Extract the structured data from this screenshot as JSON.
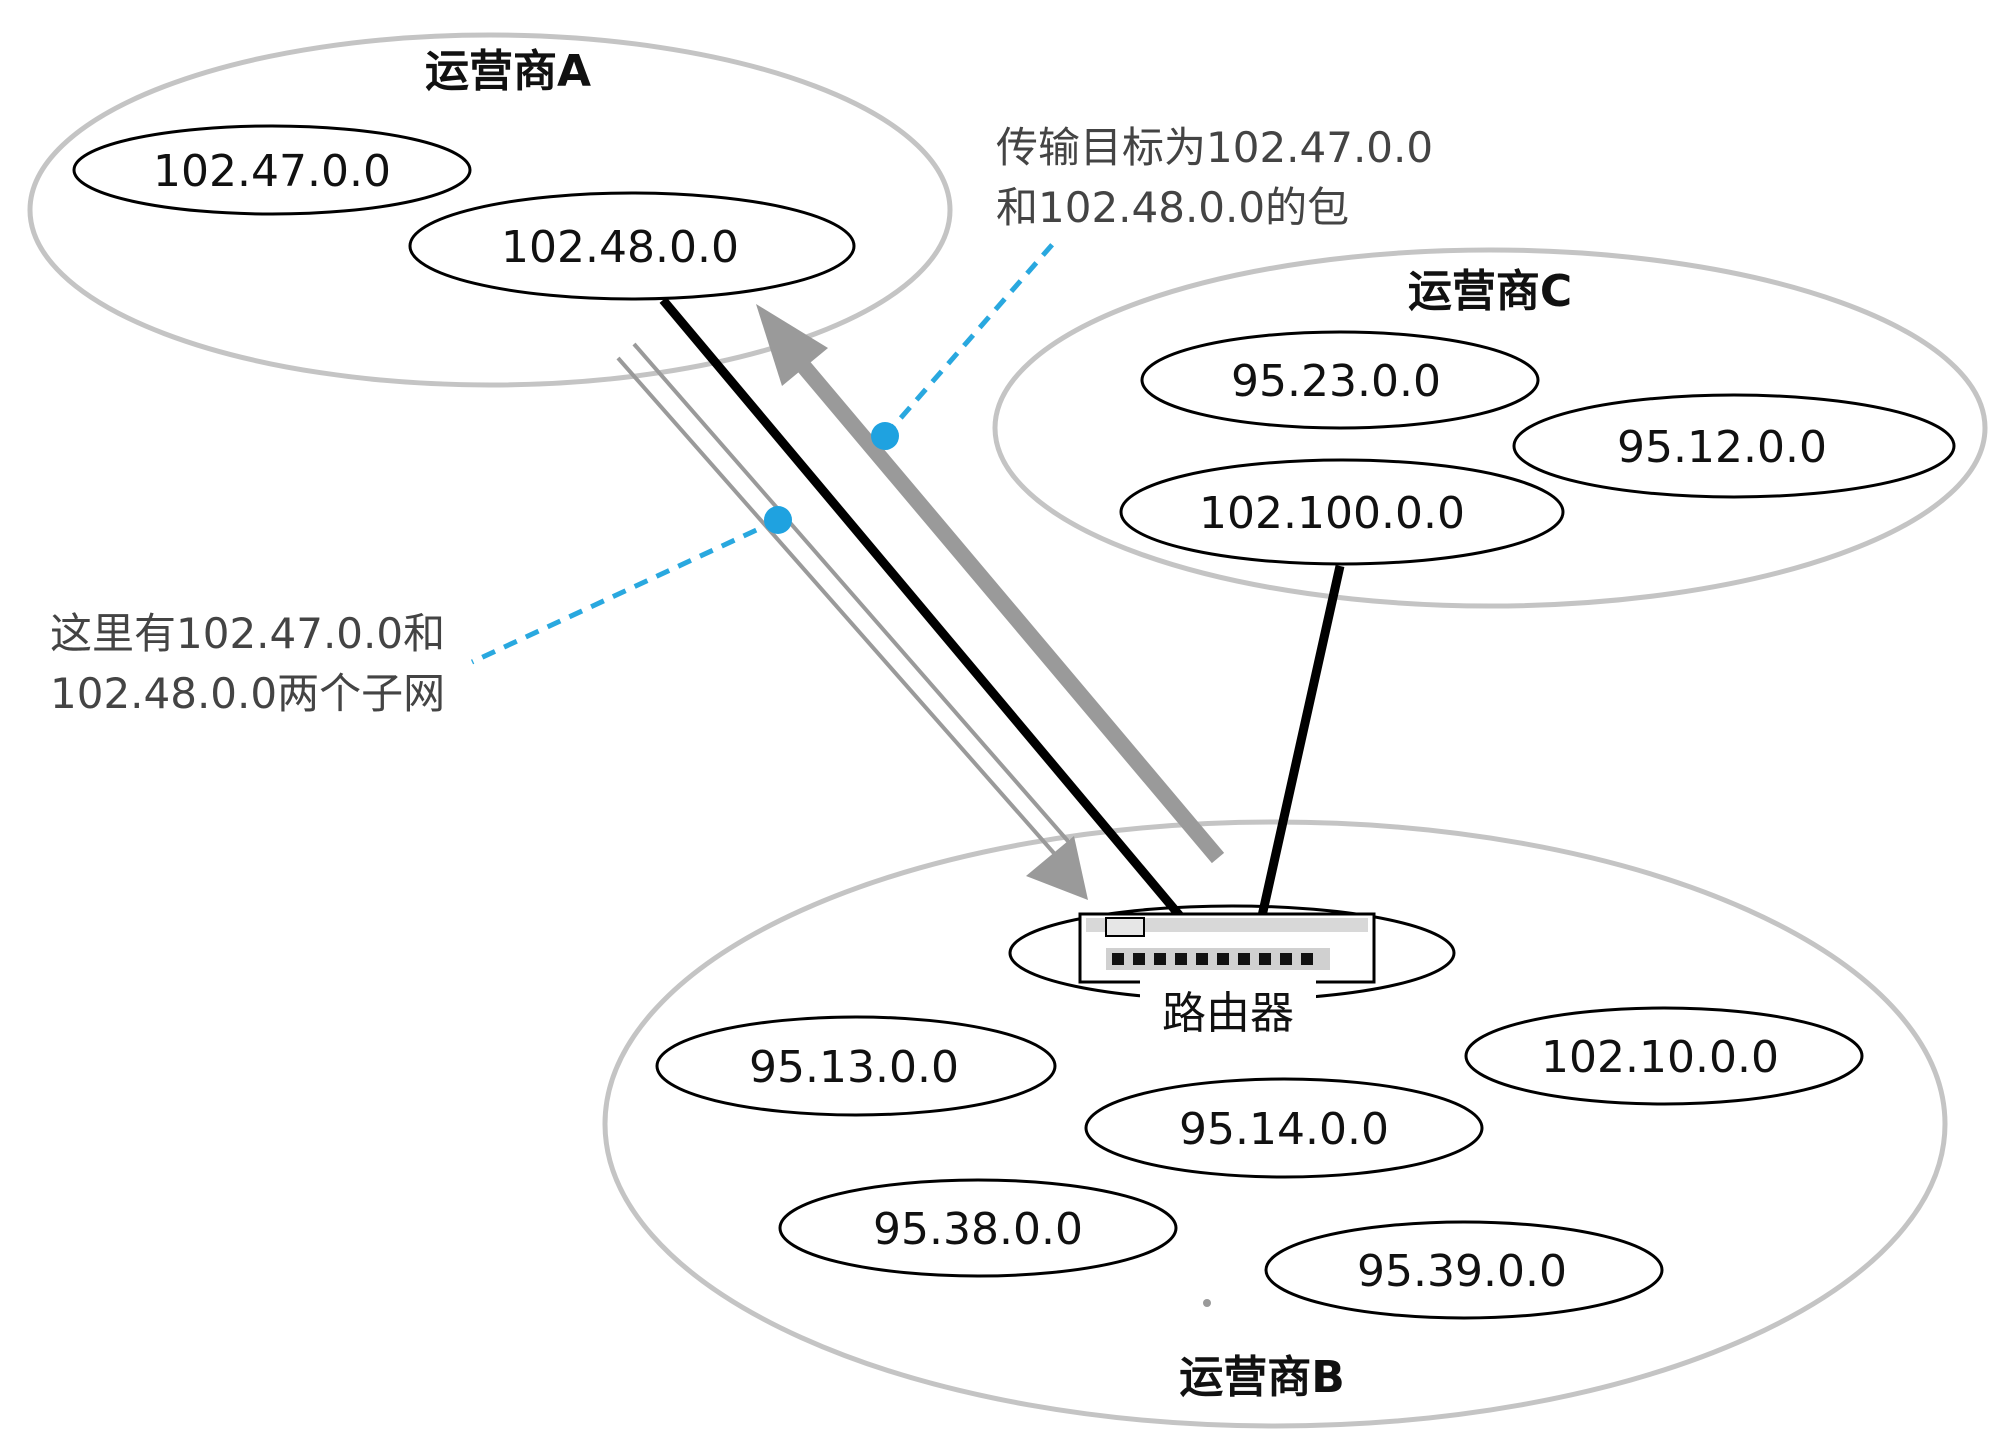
{
  "regions": {
    "a": {
      "label": "运营商A"
    },
    "b": {
      "label": "运营商B"
    },
    "c": {
      "label": "运营商C"
    }
  },
  "subnets": {
    "a1": "102.47.0.0",
    "a2": "102.48.0.0",
    "c1": "95.23.0.0",
    "c2": "95.12.0.0",
    "c3": "102.100.0.0",
    "b1": "95.13.0.0",
    "b2": "102.10.0.0",
    "b3": "95.14.0.0",
    "b4": "95.38.0.0",
    "b5": "95.39.0.0"
  },
  "router": {
    "label": "路由器"
  },
  "notes": {
    "packets": {
      "line1": "传输目标为102.47.0.0",
      "line2": "和102.48.0.0的包"
    },
    "subnets": {
      "line1": "这里有102.47.0.0和",
      "line2": "102.48.0.0两个子网"
    }
  },
  "colors": {
    "region_outline": "#c4c4c4",
    "link": "#000000",
    "arrow": "#9a9a9a",
    "callout": "#29a8df",
    "callout_dot": "#1fa2e0"
  }
}
